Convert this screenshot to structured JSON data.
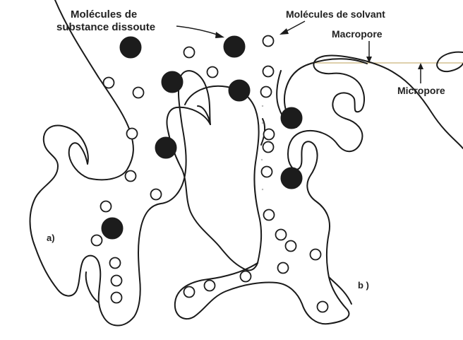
{
  "labels": {
    "solute_line1": "Molécules de",
    "solute_line2": "substance dissoute",
    "solvent": "Molécules de solvant",
    "macropore": "Macropore",
    "micropore": "Micropore",
    "panel_a": "a)",
    "panel_b": "b )"
  }
}
